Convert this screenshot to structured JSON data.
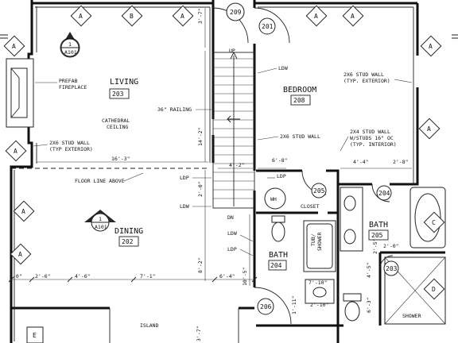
{
  "rooms": {
    "living": {
      "name": "LIVING",
      "number": "203"
    },
    "bedroom": {
      "name": "BEDROOM",
      "number": "208"
    },
    "dining": {
      "name": "DINING",
      "number": "202"
    },
    "bath_204": {
      "name": "BATH",
      "number": "204"
    },
    "bath_205": {
      "name": "BATH",
      "number": "205"
    },
    "closet": {
      "name": "CLOSET"
    },
    "shower": {
      "name": "SHOWER"
    },
    "island": {
      "name": "ISLAND"
    }
  },
  "notes": {
    "fireplace_1": "PREFAB",
    "fireplace_2": "FIREPLACE",
    "ceiling_1": "CATHEDRAL",
    "ceiling_2": "CEILING",
    "railing": "36\" RAILING",
    "stud_ext_left_1": "2X6 STUD WALL",
    "stud_ext_left_2": "(TYP EXTERIOR)",
    "stud_ext_right_1": "2X6 STUD WALL",
    "stud_ext_right_2": "(TYP. EXTERIOR)",
    "stud_stair": "2X6 STUD WALL",
    "stud_int_1": "2X4 STUD WALL",
    "stud_int_2": "W/STUDS 16\" OC",
    "stud_int_3": "(TYP. INTERIOR)",
    "floor_line": "FLOOR LINE ABOVE",
    "ldw_bedroom": "LDW",
    "ldp_upper": "LDP",
    "ldw_stair": "LDW",
    "ldw_bath": "LDW",
    "ldp_bath": "LDP",
    "ldp_closet": "LDP",
    "up": "UP",
    "dn": "DN",
    "wh": "WH",
    "tub_1": "TUB/",
    "tub_2": "SHOWER"
  },
  "dims": {
    "d_16_3": "16'-3\"",
    "d_4_2": "4'-2\"",
    "d_6_8": "6'-8\"",
    "d_4_4": "4'-4\"",
    "d_2_8": "2'-8\"",
    "d_3_7": "3'-7\"",
    "d_14_2": "14'-2\"",
    "d_2_0": "2'-0\"",
    "d_8_2": "8'-2\"",
    "d_10_5": "10'-5\"",
    "d_0": "-0\"",
    "d_2_6": "2'-6\"",
    "d_4_6": "4'-6\"",
    "d_7_1": "7'-1\"",
    "d_6_4": "6'-4\"",
    "d_7_10": "7'-10\"",
    "d_2_10": "2'-10\"",
    "d_1_11": "1'-11\"",
    "d_4_5": "4'-5\"",
    "d_6_3": "6'-3\"",
    "d_2_5": "2'-5\"",
    "d_3_7b": "3'-7\""
  },
  "doors": {
    "d209": "209",
    "d201": "201",
    "d205": "205",
    "d204": "204",
    "d203": "203",
    "d206": "206"
  },
  "windows": {
    "a": "A",
    "b": "B",
    "c": "C",
    "d": "D",
    "e": "E"
  },
  "sections": {
    "s1": {
      "number": "1",
      "sheet": "A101"
    },
    "s2": {
      "number": "1",
      "sheet": "A101"
    }
  }
}
